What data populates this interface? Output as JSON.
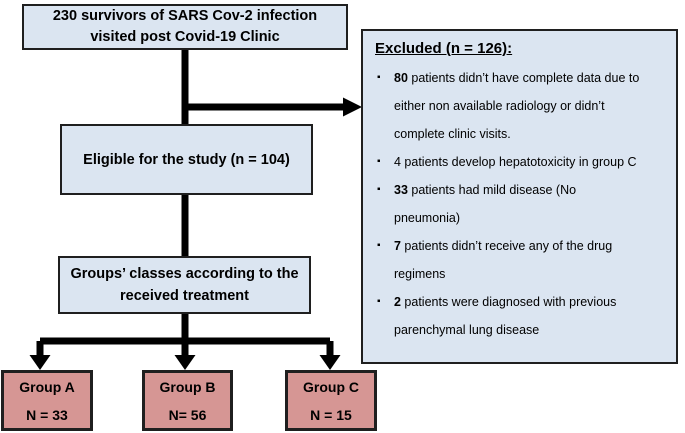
{
  "top_box": {
    "text": "230 survivors of SARS Cov-2 infection\nvisited post Covid-19 Clinic"
  },
  "excluded_box": {
    "title": "Excluded (n = 126):",
    "bullet_glyph": "▪",
    "items": [
      {
        "num": "80",
        "text": " patients didn’t have complete data due to\neither non available radiology or didn’t\ncomplete clinic visits."
      },
      {
        "num": "4",
        "text": " patients develop hepatotoxicity in group C"
      },
      {
        "num": "33",
        "text": " patients had mild disease (No\npneumonia)"
      },
      {
        "num": "7",
        "text": " patients didn’t receive any of the drug\nregimens"
      },
      {
        "num": "2",
        "text": " patients were diagnosed with previous\nparenchymal lung disease"
      }
    ]
  },
  "eligible_box": {
    "text": "Eligible for the study (n = 104)"
  },
  "groups_box": {
    "text": "Groups’ classes according to the\nreceived treatment"
  },
  "groups": [
    {
      "label": "Group A",
      "n": "N = 33"
    },
    {
      "label": "Group B",
      "n": "N= 56"
    },
    {
      "label": "Group C",
      "n": "N = 15"
    }
  ],
  "colors": {
    "box_fill_blue": "#dbe5f1",
    "box_fill_pink": "#d69694",
    "box_border": "#1f1f1f",
    "arrow": "#000000"
  }
}
